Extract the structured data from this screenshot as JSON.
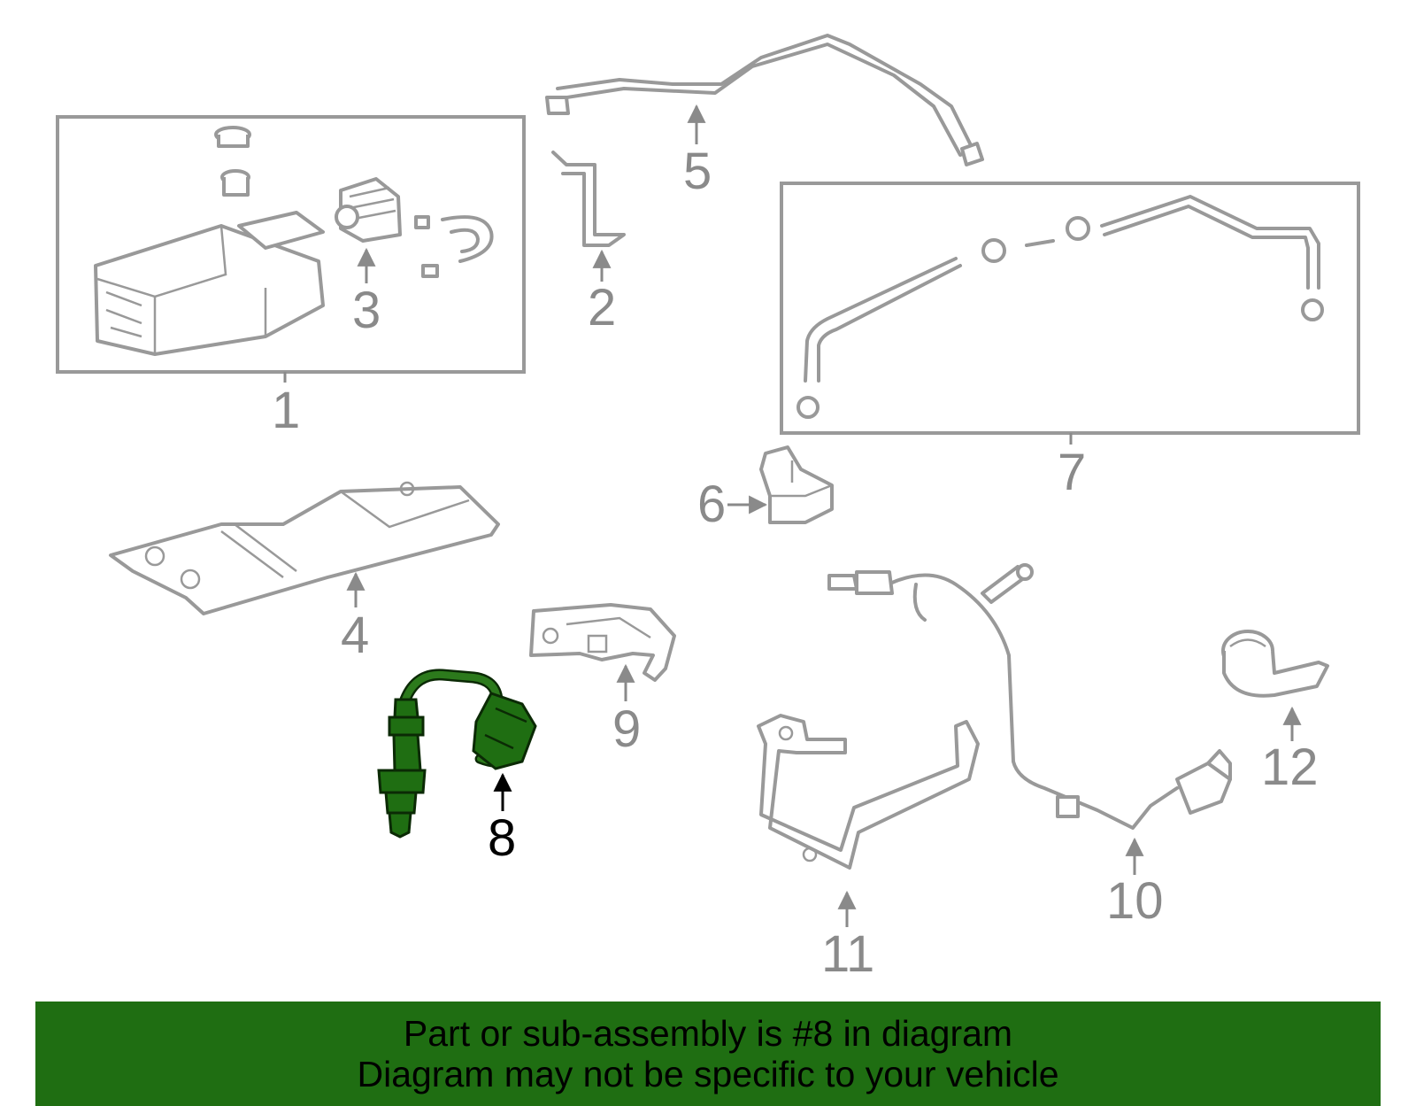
{
  "diagram": {
    "callouts": [
      "1",
      "2",
      "3",
      "4",
      "5",
      "6",
      "7",
      "8",
      "9",
      "10",
      "11",
      "12"
    ],
    "highlighted_part": "8"
  },
  "banner": {
    "line1": "Part or sub-assembly is #8 in diagram",
    "line2": "Diagram may not be specific to your vehicle"
  },
  "colors": {
    "highlight": "#1f6e12",
    "banner": "#1f6e12",
    "line_art": "#999999",
    "callout_text": "#8a8a8a"
  }
}
